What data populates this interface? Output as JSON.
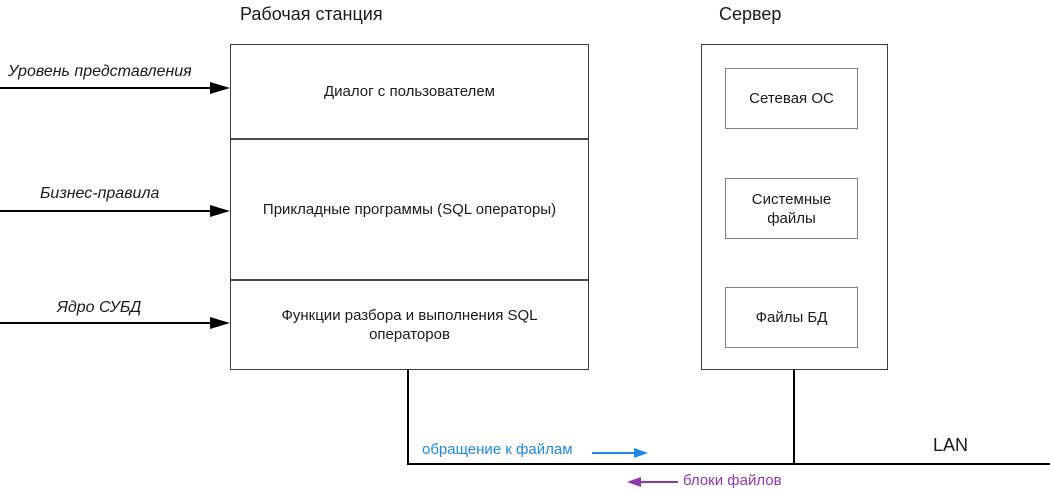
{
  "workstation": {
    "title": "Рабочая станция",
    "sections": [
      "Диалог с пользователем",
      "Прикладные программы (SQL операторы)",
      "Функции разбора и выполнения SQL операторов"
    ]
  },
  "server": {
    "title": "Сервер",
    "boxes": [
      "Сетевая ОС",
      "Системные файлы",
      "Файлы БД"
    ]
  },
  "left_labels": [
    "Уровень представления",
    "Бизнес-правила",
    "Ядро СУБД"
  ],
  "network": {
    "lan_label": "LAN",
    "file_access_label": "обращение к файлам",
    "file_blocks_label": "блоки файлов"
  },
  "colors": {
    "file_access_blue": "#1e87e8",
    "file_blocks_purple": "#9038ad",
    "line_black": "#000000"
  }
}
